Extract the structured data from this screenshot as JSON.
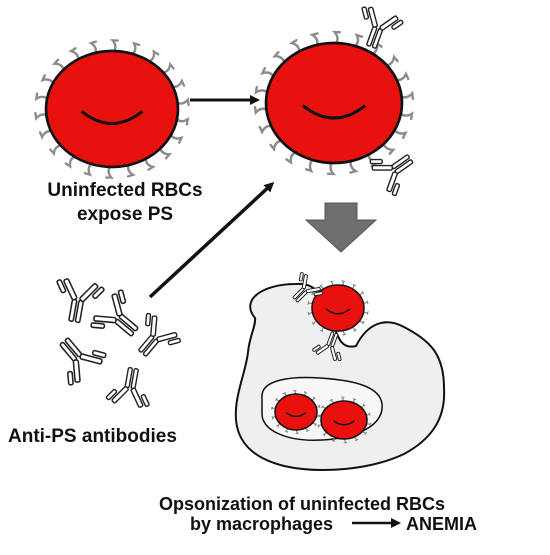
{
  "labels": {
    "rbc_line1": "Uninfected RBCs",
    "rbc_line2": "expose PS",
    "antibodies": "Anti-PS antibodies",
    "outcome_line1": "Opsonization of uninfected RBCs",
    "outcome_line2_left": "by macrophages",
    "outcome_line2_right": "ANEMIA"
  },
  "colors": {
    "rbc_fill": "#e8110e",
    "rbc_stroke": "#111111",
    "ps_marks": "#8c8c8c",
    "macrophage_fill": "#efefef",
    "block_arrow": "#6f6f6f",
    "arrow": "#111111"
  },
  "icons": [
    "red-blood-cell-icon",
    "antibody-icon",
    "macrophage-icon",
    "block-arrow-down-icon"
  ]
}
